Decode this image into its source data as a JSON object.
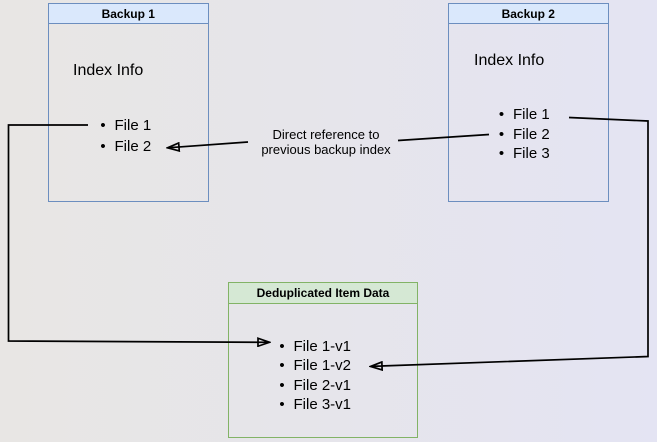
{
  "boxes": {
    "backup1": {
      "title": "Backup 1",
      "label": "Index Info",
      "files": [
        "File 1",
        "File 2"
      ]
    },
    "backup2": {
      "title": "Backup 2",
      "label": "Index Info",
      "files": [
        "File 1",
        "File 2",
        "File 3"
      ]
    },
    "dedup": {
      "title": "Deduplicated Item Data",
      "files": [
        "File 1-v1",
        "File 1-v2",
        "File 2-v1",
        "File 3-v1"
      ]
    }
  },
  "edge_label": {
    "line1": "Direct reference to",
    "line2": "previous backup index"
  },
  "icons": {
    "bullet": "•",
    "arrowhead": "filled-triangle"
  },
  "colors": {
    "backup_header_fill": "#dae8fc",
    "backup_border": "#6c8ebf",
    "dedup_header_fill": "#d5e8d4",
    "dedup_border": "#82b366",
    "connector": "#000000",
    "text": "#000000",
    "background_left": "#e8e6e4",
    "background_right": "#e4e4f3"
  }
}
